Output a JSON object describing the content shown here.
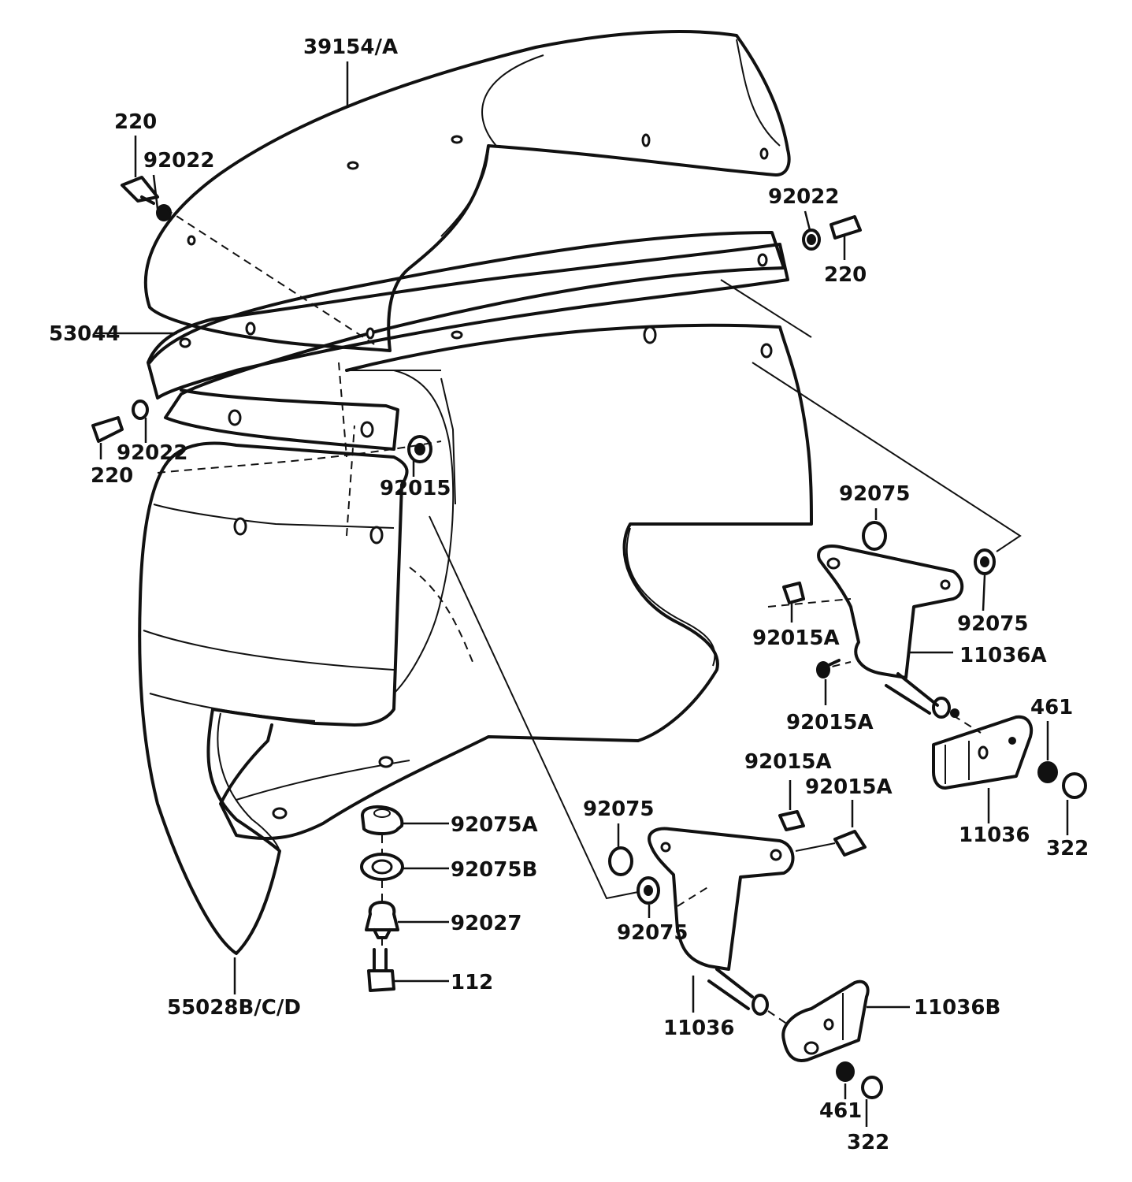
{
  "part_labels": {
    "windshield": "39154/A",
    "screw_top_left": "220",
    "washer_top_left": "92022",
    "washer_top_right": "92022",
    "screw_top_right": "220",
    "trim_strip": "53044",
    "washer_left": "92022",
    "screw_left": "220",
    "grommet_center": "92015",
    "grommet_right_top": "92075",
    "grommet_right_side": "92075",
    "grommet_rubber_a_top": "92015A",
    "bracket_a": "11036A",
    "grommet_rubber_a_mid": "92015A",
    "bracket_right": "11036",
    "nut_right": "461",
    "washer_right": "322",
    "grommet_rubber_a_lower_left": "92015A",
    "grommet_rubber_a_lower_right": "92015A",
    "grommet_lower_top": "92075",
    "grommet_lower": "92075",
    "bracket_lower": "11036",
    "bracket_b": "11036B",
    "nut_lower": "461",
    "washer_lower": "322",
    "grommet_a": "92075A",
    "grommet_b": "92075B",
    "clip": "92027",
    "bolt": "112",
    "fairing": "55028B/C/D"
  }
}
